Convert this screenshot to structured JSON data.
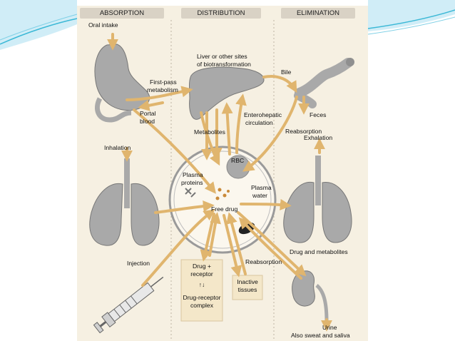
{
  "headers": {
    "absorption": "ABSORPTION",
    "distribution": "DISTRIBUTION",
    "elimination": "ELIMINATION"
  },
  "labels": {
    "oral_intake": "Oral intake",
    "first_pass_line1": "First-pass",
    "first_pass_line2": "metabolism",
    "portal_line1": "Portal",
    "portal_line2": "blood",
    "liver_line1": "Liver or other sites",
    "liver_line2": "of biotransformation",
    "bile": "Bile",
    "feces": "Feces",
    "enterohepatic_line1": "Enterohepatic",
    "enterohepatic_line2": "circulation",
    "metabolites": "Metabolites",
    "reabsorption_top": "Reabsorption",
    "inhalation": "Inhalation",
    "exhalation": "Exhalation",
    "rbc": "RBC",
    "plasma_proteins_line1": "Plasma",
    "plasma_proteins_line2": "proteins",
    "plasma_water_line1": "Plasma",
    "plasma_water_line2": "water",
    "free_drug": "Free drug",
    "drug_and_metabolites": "Drug and metabolites",
    "injection": "Injection",
    "drug_receptor_line1": "Drug +",
    "drug_receptor_line2": "receptor",
    "equilibrium": "↑↓",
    "complex_line1": "Drug-receptor",
    "complex_line2": "complex",
    "reabsorption_bottom": "Reabsorption",
    "inactive_line1": "Inactive",
    "inactive_line2": "tissues",
    "urine": "Urine",
    "sweat_saliva": "Also sweat and saliva"
  },
  "colors": {
    "accent_teal": "#3bb8d6",
    "arrow": "#e0b56e",
    "organ_fill": "#a9a9a9",
    "figure_bg": "#f6f0e2",
    "header_bg": "#d9d2c5"
  }
}
